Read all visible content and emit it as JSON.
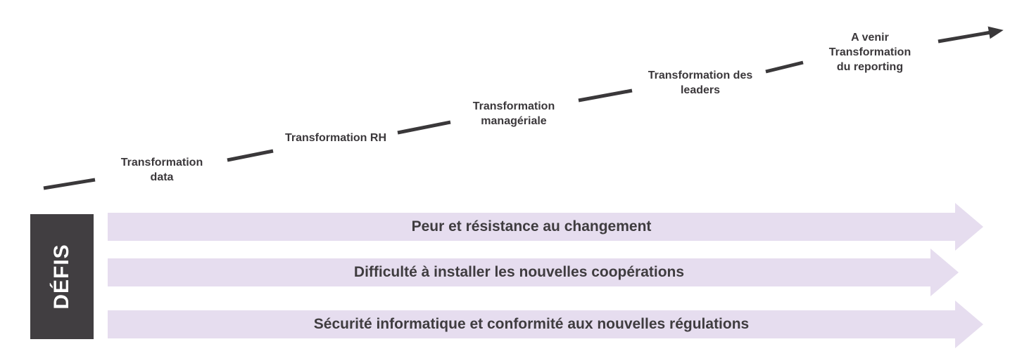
{
  "staircase": {
    "steps": [
      {
        "lines": [
          "Transformation",
          "data"
        ]
      },
      {
        "lines": [
          "Transformation RH"
        ]
      },
      {
        "lines": [
          "Transformation",
          "managériale"
        ]
      },
      {
        "lines": [
          "Transformation des",
          "leaders"
        ]
      },
      {
        "lines": [
          "A venir",
          "Transformation",
          "du reporting"
        ]
      }
    ]
  },
  "defis": {
    "label": "DÉFIS"
  },
  "challenges": [
    {
      "label": "Peur et résistance au changement"
    },
    {
      "label": "Difficulté à installer les nouvelles coopérations"
    },
    {
      "label": "Sécurité informatique et conformité aux nouvelles régulations"
    }
  ],
  "colors": {
    "accent_purple": "#e6ddef",
    "dark_line": "#3a383a",
    "box_bg": "#413e41",
    "label_text": "#3b383b",
    "bar_text": "#3f3c3f",
    "defis_text": "#ffffff"
  }
}
